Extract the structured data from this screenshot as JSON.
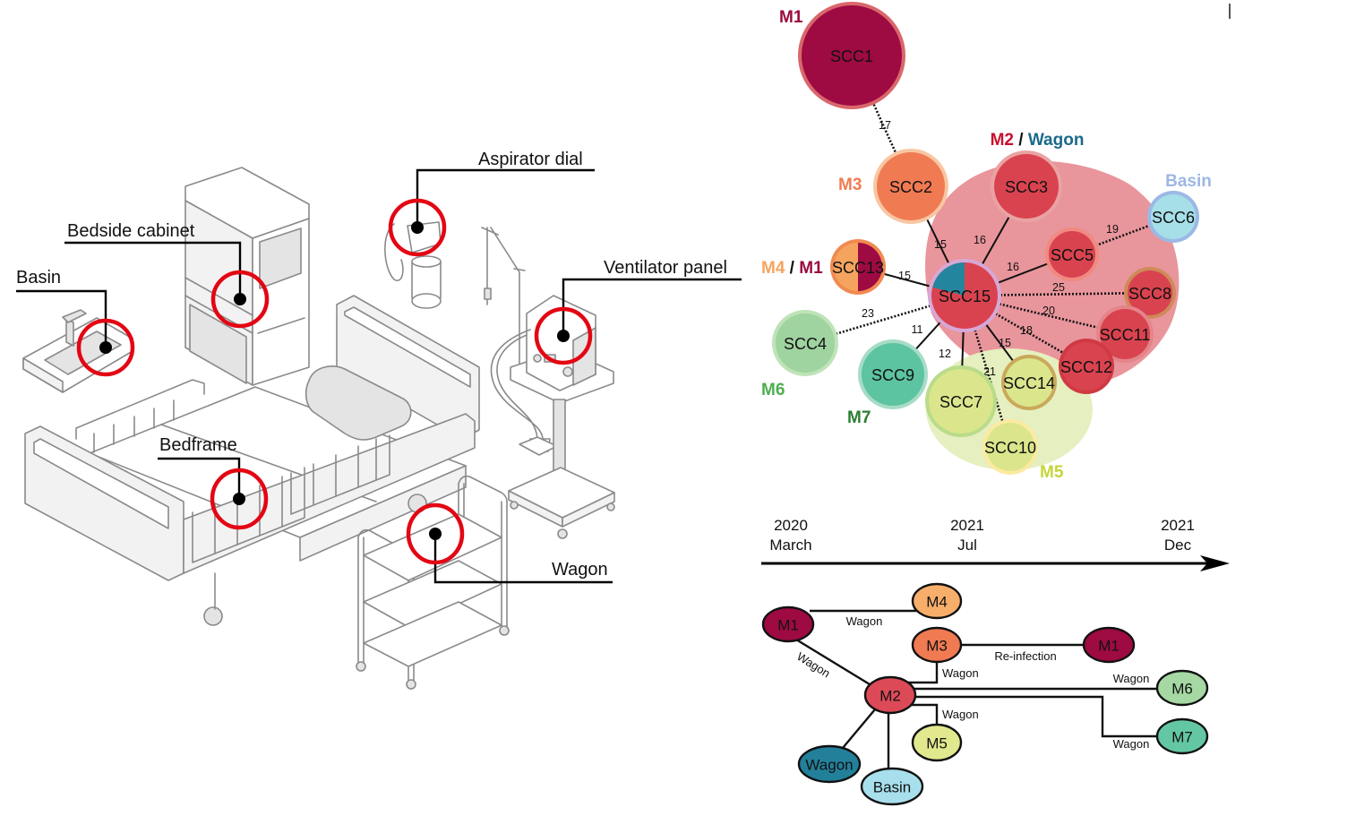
{
  "illustration": {
    "callouts": [
      {
        "id": "basin",
        "label": "Basin"
      },
      {
        "id": "bedside-cabinet",
        "label": "Bedside cabinet"
      },
      {
        "id": "aspirator-dial",
        "label": "Aspirator dial"
      },
      {
        "id": "ventilator-panel",
        "label": "Ventilator panel"
      },
      {
        "id": "bedframe",
        "label": "Bedframe"
      },
      {
        "id": "wagon",
        "label": "Wagon"
      }
    ]
  },
  "network": {
    "clusters": [
      {
        "id": "M2",
        "color": "#e9959c"
      },
      {
        "id": "M5",
        "color": "#e6efbf"
      }
    ],
    "group_labels": [
      {
        "id": "M1",
        "parts": [
          {
            "text": "M1",
            "color": "#9b0a3f"
          }
        ]
      },
      {
        "id": "M3",
        "parts": [
          {
            "text": "M3",
            "color": "#f07c52"
          }
        ]
      },
      {
        "id": "M2-Wagon",
        "parts": [
          {
            "text": "M2",
            "color": "#c8102e"
          },
          {
            "text": " / ",
            "color": "#111111"
          },
          {
            "text": "Wagon",
            "color": "#1b6a8a"
          }
        ]
      },
      {
        "id": "Basin",
        "parts": [
          {
            "text": "Basin",
            "color": "#9db7e3"
          }
        ]
      },
      {
        "id": "M4-M1",
        "parts": [
          {
            "text": "M4",
            "color": "#f5a45f"
          },
          {
            "text": " / ",
            "color": "#111111"
          },
          {
            "text": "M1",
            "color": "#9b0a3f"
          }
        ]
      },
      {
        "id": "M6",
        "parts": [
          {
            "text": "M6",
            "color": "#4caf50"
          }
        ]
      },
      {
        "id": "M7",
        "parts": [
          {
            "text": "M7",
            "color": "#2e7d32"
          }
        ]
      },
      {
        "id": "M5",
        "parts": [
          {
            "text": "M5",
            "color": "#c5d53a"
          }
        ]
      }
    ],
    "nodes": [
      {
        "id": "SCC1",
        "label": "SCC1",
        "fill": "#9e0a42",
        "ring": "#d9676b"
      },
      {
        "id": "SCC2",
        "label": "SCC2",
        "fill": "#f07a52",
        "ring": "#f8c6a3"
      },
      {
        "id": "SCC3",
        "label": "SCC3",
        "fill": "#d9434f",
        "ring": "#e9a3a3"
      },
      {
        "id": "SCC4",
        "label": "SCC4",
        "fill": "#9fd3a0",
        "ring": "#bfe3b8"
      },
      {
        "id": "SCC5",
        "label": "SCC5",
        "fill": "#d9434f",
        "ring": "#f08a80"
      },
      {
        "id": "SCC6",
        "label": "SCC6",
        "fill": "#a6dfe8",
        "ring": "#9bb9e6"
      },
      {
        "id": "SCC7",
        "label": "SCC7",
        "fill": "#dbe58c",
        "ring": "#b9dc8a"
      },
      {
        "id": "SCC8",
        "label": "SCC8",
        "fill": "#d9434f",
        "ring": "#cf8a5a"
      },
      {
        "id": "SCC9",
        "label": "SCC9",
        "fill": "#5cc4a0",
        "ring": "#a7dcc6"
      },
      {
        "id": "SCC10",
        "label": "SCC10",
        "fill": "#dbe58c",
        "ring": "#fbeaa0"
      },
      {
        "id": "SCC11",
        "label": "SCC11",
        "fill": "#d9434f",
        "ring": "#e4858a"
      },
      {
        "id": "SCC12",
        "label": "SCC12",
        "fill": "#d9434f",
        "ring": "#cf3a42"
      },
      {
        "id": "SCC13",
        "label": "SCC13",
        "fill": "#f5a45f",
        "fill2": "#9e0a42",
        "ring": "#f08a50"
      },
      {
        "id": "SCC14",
        "label": "SCC14",
        "fill": "#dbe58c",
        "ring": "#c9a95a"
      },
      {
        "id": "SCC15",
        "label": "SCC15",
        "fill": "#d9434f",
        "fill2": "#23869e",
        "ring": "#d7a8d6"
      }
    ],
    "edges": [
      {
        "from": "SCC1",
        "to": "SCC2",
        "distance": "17",
        "style": "dotted"
      },
      {
        "from": "SCC2",
        "to": "SCC15",
        "distance": "15",
        "style": "solid"
      },
      {
        "from": "SCC3",
        "to": "SCC15",
        "distance": "16",
        "style": "solid"
      },
      {
        "from": "SCC5",
        "to": "SCC15",
        "distance": "16",
        "style": "solid"
      },
      {
        "from": "SCC5",
        "to": "SCC6",
        "distance": "19",
        "style": "dotted"
      },
      {
        "from": "SCC13",
        "to": "SCC15",
        "distance": "15",
        "style": "solid"
      },
      {
        "from": "SCC15",
        "to": "SCC8",
        "distance": "25",
        "style": "dotted"
      },
      {
        "from": "SCC15",
        "to": "SCC11",
        "distance": "20",
        "style": "dotted"
      },
      {
        "from": "SCC15",
        "to": "SCC12",
        "distance": "18",
        "style": "dotted"
      },
      {
        "from": "SCC15",
        "to": "SCC4",
        "distance": "23",
        "style": "dotted"
      },
      {
        "from": "SCC15",
        "to": "SCC9",
        "distance": "11",
        "style": "solid"
      },
      {
        "from": "SCC15",
        "to": "SCC7",
        "distance": "12",
        "style": "solid"
      },
      {
        "from": "SCC15",
        "to": "SCC14",
        "distance": "15",
        "style": "solid"
      },
      {
        "from": "SCC15",
        "to": "SCC10",
        "distance": "21",
        "style": "dotted"
      }
    ]
  },
  "timeline": {
    "ticks": [
      {
        "year": "2020",
        "month": "March"
      },
      {
        "year": "2021",
        "month": "Jul"
      },
      {
        "year": "2021",
        "month": "Dec"
      }
    ]
  },
  "transmission": {
    "nodes": [
      {
        "id": "M1a",
        "label": "M1",
        "fill": "#9e0a42"
      },
      {
        "id": "M4",
        "label": "M4",
        "fill": "#f8ae6b"
      },
      {
        "id": "M3",
        "label": "M3",
        "fill": "#f07a52"
      },
      {
        "id": "M1b",
        "label": "M1",
        "fill": "#9e0a42"
      },
      {
        "id": "M2",
        "label": "M2",
        "fill": "#dc4a58"
      },
      {
        "id": "M6",
        "label": "M6",
        "fill": "#a6d8a4"
      },
      {
        "id": "M5",
        "label": "M5",
        "fill": "#e2e88e"
      },
      {
        "id": "M7",
        "label": "M7",
        "fill": "#63c7a4"
      },
      {
        "id": "Wagon",
        "label": "Wagon",
        "fill": "#23809a"
      },
      {
        "id": "Basin",
        "label": "Basin",
        "fill": "#a8dfec"
      }
    ],
    "edges": [
      {
        "from": "M1a",
        "to": "M4",
        "label": "Wagon"
      },
      {
        "from": "M1a",
        "to": "M2",
        "label": "Wagon"
      },
      {
        "from": "M3",
        "to": "M1b",
        "label": "Re-infection"
      },
      {
        "from": "M2",
        "to": "M3",
        "label": "Wagon"
      },
      {
        "from": "M2",
        "to": "M6",
        "label": "Wagon"
      },
      {
        "from": "M2",
        "to": "M5",
        "label": "Wagon"
      },
      {
        "from": "M2",
        "to": "M7",
        "label": "Wagon"
      },
      {
        "from": "M2",
        "to": "Wagon",
        "label": ""
      },
      {
        "from": "M2",
        "to": "Basin",
        "label": ""
      }
    ]
  }
}
